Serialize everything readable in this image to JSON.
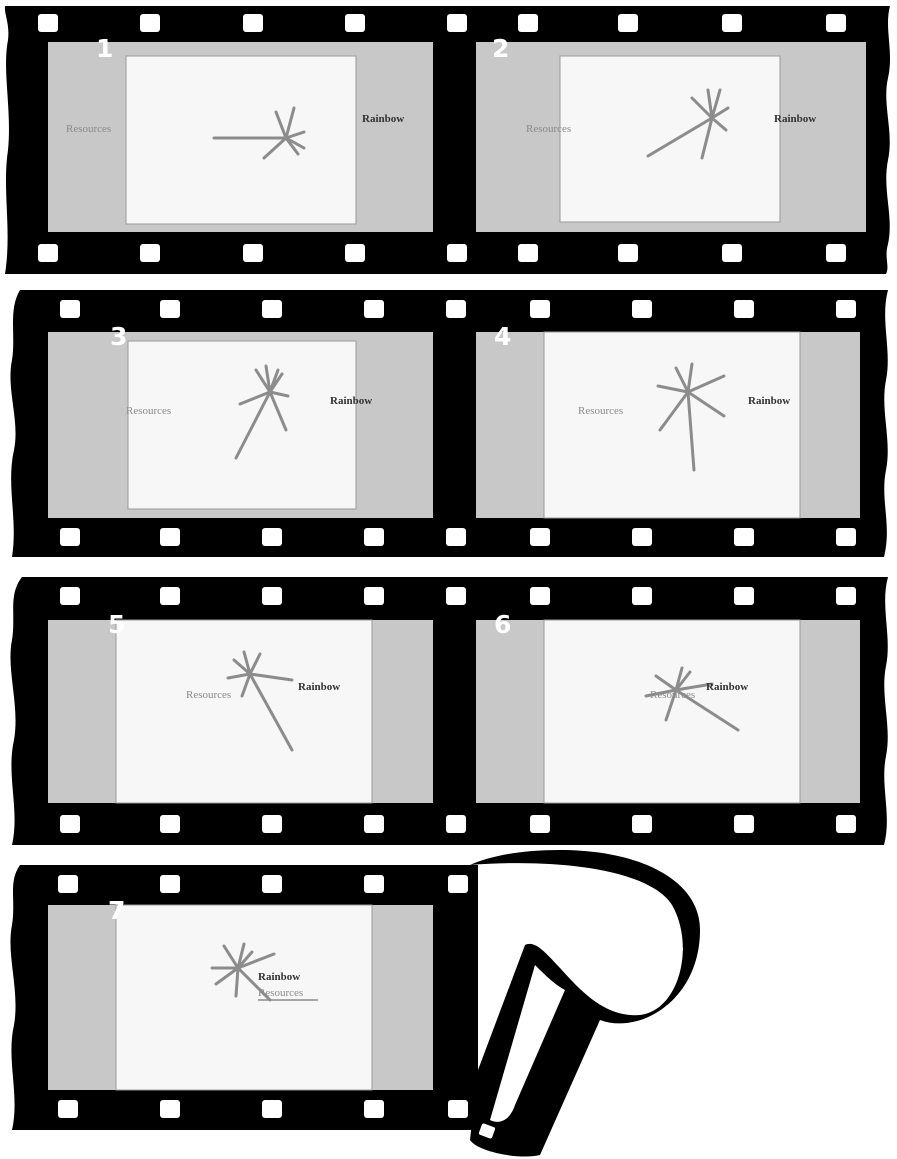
{
  "colors": {
    "film": "#000000",
    "sprocket": "#ffffff",
    "frame_background": "#c8c8c8",
    "slide": "#f7f7f7",
    "star_rays": "#8c8c8c",
    "rainbow_text": "#333333",
    "resources_text": "#8a8a8a"
  },
  "frames": [
    {
      "number": "1",
      "word_rainbow": "Rainbow",
      "word_resources": "Resources"
    },
    {
      "number": "2",
      "word_rainbow": "Rainbow",
      "word_resources": "Resources"
    },
    {
      "number": "3",
      "word_rainbow": "Rainbow",
      "word_resources": "Resources"
    },
    {
      "number": "4",
      "word_rainbow": "Rainbow",
      "word_resources": "Resources"
    },
    {
      "number": "5",
      "word_rainbow": "Rainbow",
      "word_resources": "Resources"
    },
    {
      "number": "6",
      "word_rainbow": "Rainbow",
      "word_resources": "Resources"
    },
    {
      "number": "7",
      "word_rainbow": "Rainbow",
      "word_resources": "Resources"
    }
  ],
  "curl_icon": "film-curl-icon"
}
